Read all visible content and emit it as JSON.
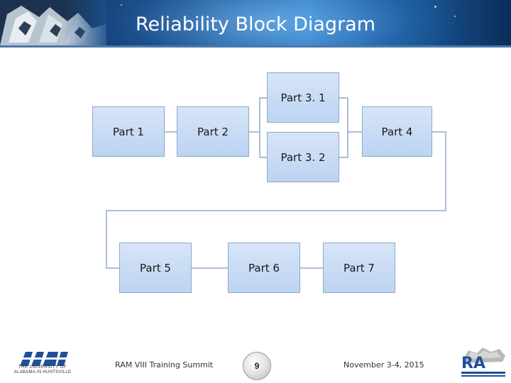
{
  "header": {
    "title": "Reliability Block Diagram"
  },
  "diagram": {
    "blocks": {
      "part1": "Part 1",
      "part2": "Part 2",
      "part3_1": "Part 3. 1",
      "part3_2": "Part 3. 2",
      "part4": "Part 4",
      "part5": "Part 5",
      "part6": "Part 6",
      "part7": "Part 7"
    }
  },
  "footer": {
    "logo_left_text_line1": "THE UNIVERSITY OF",
    "logo_left_text_line2": "ALABAMA IN HUNTSVILLE",
    "event": "RAM VIII Training Summit",
    "page_number": "9",
    "date": "November 3-4, 2015",
    "logo_right_text": "RA"
  },
  "colors": {
    "block_fill_top": "#d7e5f7",
    "block_fill_bottom": "#bcd3f2",
    "block_border": "#8fa9c8",
    "connector": "#8fa9c8",
    "header_dark": "#0b2a52",
    "header_light": "#2f7fc4",
    "uah_blue": "#1f4f9b"
  }
}
